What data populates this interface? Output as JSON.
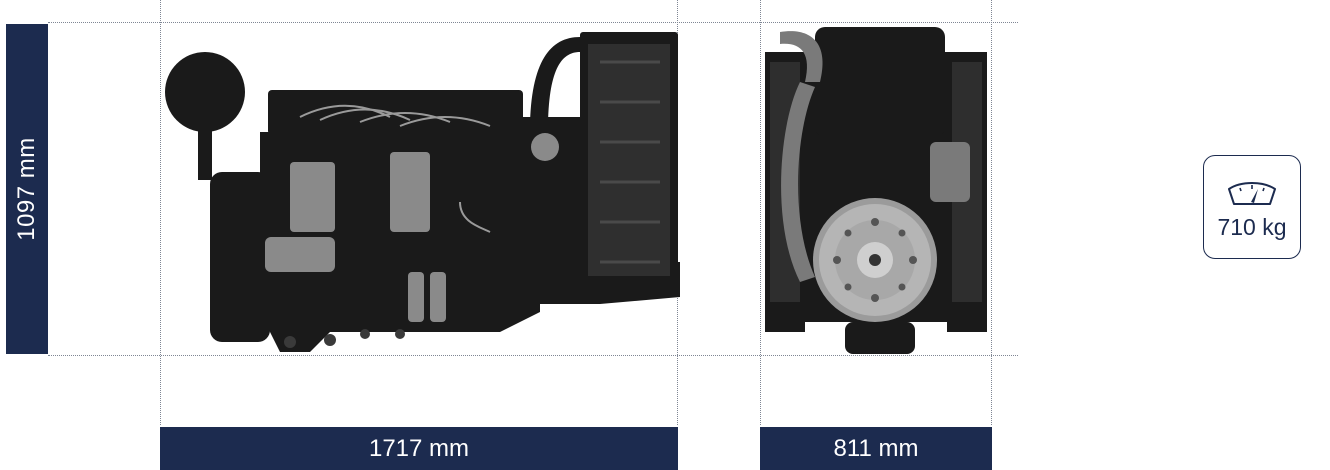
{
  "dimensions": {
    "height_label": "1097 mm",
    "length_label": "1717 mm",
    "width_label": "811 mm"
  },
  "weight": {
    "label": "710 kg",
    "icon": "gauge-icon"
  },
  "images": {
    "side_view": "engine-side-view",
    "front_view": "engine-front-view"
  },
  "colors": {
    "bar_background": "#1c2b4f",
    "bar_text": "#ffffff",
    "engine": "#1a1a1a",
    "guide_lines": "#7f8694"
  }
}
